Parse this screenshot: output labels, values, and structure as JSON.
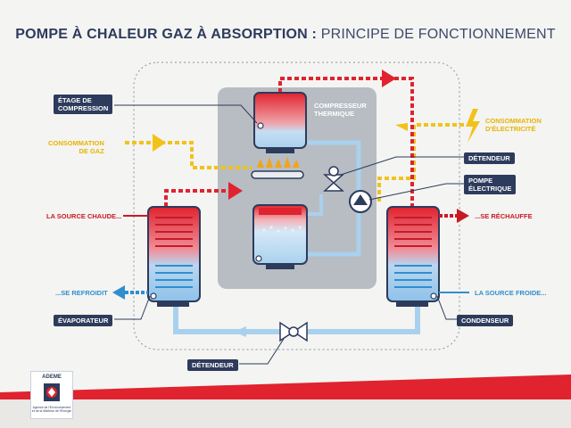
{
  "title": {
    "bold": "POMPE À CHALEUR GAZ À ABSORPTION :",
    "light": "PRINCIPE DE FONCTIONNEMENT"
  },
  "labels": {
    "compression_stage": "ÉTAGE DE\nCOMPRESSION",
    "thermal_compressor": "COMPRESSEUR\nTHERMIQUE",
    "gas_consumption": "CONSOMMATION\nDE GAZ",
    "electricity_consumption": "CONSOMMATION\nD'ÉLECTRICITÉ",
    "expansion_valve_top": "DÉTENDEUR",
    "electric_pump": "POMPE\nÉLECTRIQUE",
    "hot_source": "LA SOURCE CHAUDE...",
    "heats_up": "...SE RÉCHAUFFE",
    "cools_down": "...SE REFROIDIT",
    "cold_source": "LA SOURCE FROIDE...",
    "evaporator": "ÉVAPORATEUR",
    "condenser": "CONDENSEUR",
    "expansion_valve_bottom": "DÉTENDEUR"
  },
  "logo": {
    "name": "ADEME",
    "caption": "Agence de l'Environnement\net de la Maîtrise de l'Énergie"
  },
  "colors": {
    "navy": "#2d3b5c",
    "red": "#e0232f",
    "blue": "#2f8fce",
    "light_blue": "#a9d1ee",
    "yellow": "#f2c21b",
    "gray_box": "#b7bdc2"
  }
}
